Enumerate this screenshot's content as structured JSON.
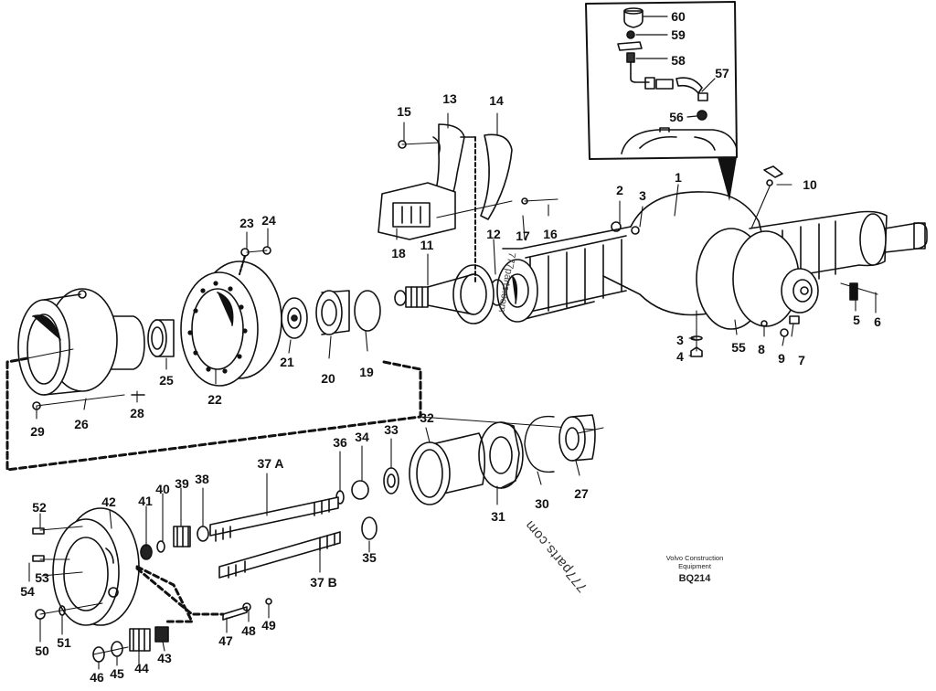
{
  "diagram": {
    "title": "Planetary hub reduction / axle exploded parts view",
    "publisher_line1": "Volvo Construction",
    "publisher_line2": "Equipment",
    "drawing_code": "BQ214",
    "watermark": "777parts.com",
    "watermark_small": "777parts.com"
  },
  "callouts": [
    {
      "id": "1",
      "text": "1"
    },
    {
      "id": "2",
      "text": "2"
    },
    {
      "id": "3a",
      "text": "3"
    },
    {
      "id": "3b",
      "text": "3"
    },
    {
      "id": "4",
      "text": "4"
    },
    {
      "id": "5",
      "text": "5"
    },
    {
      "id": "6",
      "text": "6"
    },
    {
      "id": "7",
      "text": "7"
    },
    {
      "id": "8",
      "text": "8"
    },
    {
      "id": "9",
      "text": "9"
    },
    {
      "id": "10",
      "text": "10"
    },
    {
      "id": "11",
      "text": "11"
    },
    {
      "id": "12",
      "text": "12"
    },
    {
      "id": "13",
      "text": "13"
    },
    {
      "id": "14",
      "text": "14"
    },
    {
      "id": "15",
      "text": "15"
    },
    {
      "id": "16",
      "text": "16"
    },
    {
      "id": "17",
      "text": "17"
    },
    {
      "id": "18",
      "text": "18"
    },
    {
      "id": "19",
      "text": "19"
    },
    {
      "id": "20",
      "text": "20"
    },
    {
      "id": "21",
      "text": "21"
    },
    {
      "id": "22",
      "text": "22"
    },
    {
      "id": "23",
      "text": "23"
    },
    {
      "id": "24",
      "text": "24"
    },
    {
      "id": "25",
      "text": "25"
    },
    {
      "id": "26",
      "text": "26"
    },
    {
      "id": "27",
      "text": "27"
    },
    {
      "id": "28",
      "text": "28"
    },
    {
      "id": "29",
      "text": "29"
    },
    {
      "id": "30",
      "text": "30"
    },
    {
      "id": "31",
      "text": "31"
    },
    {
      "id": "32",
      "text": "32"
    },
    {
      "id": "33",
      "text": "33"
    },
    {
      "id": "34",
      "text": "34"
    },
    {
      "id": "35",
      "text": "35"
    },
    {
      "id": "36",
      "text": "36"
    },
    {
      "id": "37A",
      "text": "37 A"
    },
    {
      "id": "37B",
      "text": "37 B"
    },
    {
      "id": "38",
      "text": "38"
    },
    {
      "id": "39",
      "text": "39"
    },
    {
      "id": "40",
      "text": "40"
    },
    {
      "id": "41",
      "text": "41"
    },
    {
      "id": "42",
      "text": "42"
    },
    {
      "id": "43",
      "text": "43"
    },
    {
      "id": "44",
      "text": "44"
    },
    {
      "id": "45",
      "text": "45"
    },
    {
      "id": "46",
      "text": "46"
    },
    {
      "id": "47",
      "text": "47"
    },
    {
      "id": "48",
      "text": "48"
    },
    {
      "id": "49",
      "text": "49"
    },
    {
      "id": "50",
      "text": "50"
    },
    {
      "id": "51",
      "text": "51"
    },
    {
      "id": "52",
      "text": "52"
    },
    {
      "id": "53",
      "text": "53"
    },
    {
      "id": "54",
      "text": "54"
    },
    {
      "id": "55",
      "text": "55"
    },
    {
      "id": "56",
      "text": "56"
    },
    {
      "id": "57",
      "text": "57"
    },
    {
      "id": "58",
      "text": "58"
    },
    {
      "id": "59",
      "text": "59"
    },
    {
      "id": "60",
      "text": "60"
    }
  ]
}
